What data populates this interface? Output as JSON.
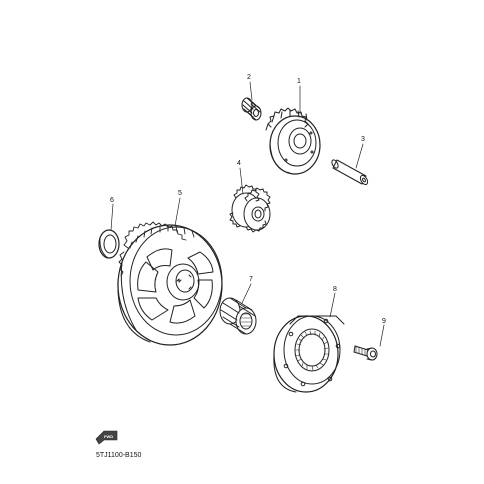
{
  "diagram": {
    "parts": [
      {
        "id": "1",
        "icon": "starter-idle-gear-icon"
      },
      {
        "id": "2",
        "icon": "needle-bearing-icon"
      },
      {
        "id": "3",
        "icon": "shaft-icon"
      },
      {
        "id": "4",
        "icon": "idle-gear-icon"
      },
      {
        "id": "5",
        "icon": "starter-wheel-gear-icon"
      },
      {
        "id": "6",
        "icon": "washer-icon"
      },
      {
        "id": "7",
        "icon": "bearing-icon"
      },
      {
        "id": "8",
        "icon": "starter-clutch-icon"
      },
      {
        "id": "9",
        "icon": "bolt-icon"
      }
    ],
    "front_badge": "FWD",
    "drawing_code": "5TJ1100-B150",
    "colors": {
      "line": "#222222",
      "label": "#111111",
      "badge": "#444444"
    }
  }
}
